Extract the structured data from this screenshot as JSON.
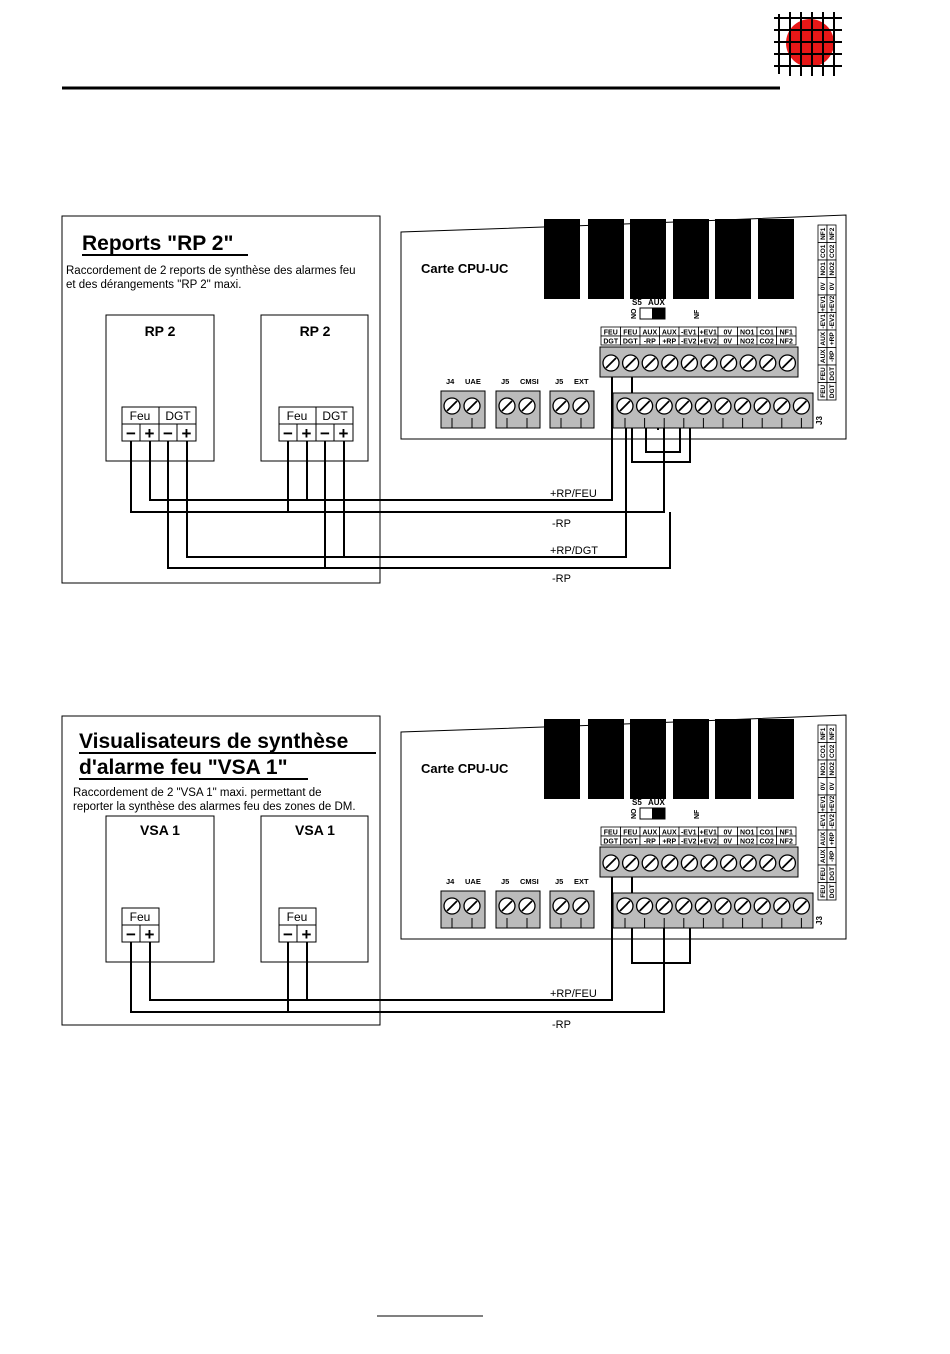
{
  "header": {},
  "section1": {
    "title": "Reports \"RP 2\"",
    "desc_line1": "Raccordement de 2 reports de synthèse des alarmes feu",
    "desc_line2": "et des dérangements \"RP 2\" maxi.",
    "device_name": "RP 2",
    "group_feu": "Feu",
    "group_dgt": "DGT",
    "wire_labels": [
      "+RP/FEU",
      "-RP",
      "+RP/DGT",
      "-RP"
    ]
  },
  "section2": {
    "title_line1": "Visualisateurs de synthèse",
    "title_line2": "d'alarme feu \"VSA 1\"",
    "desc_line1": "Raccordement de 2 \"VSA 1\" maxi. permettant de",
    "desc_line2": "reporter la synthèse des alarmes feu des zones de DM.",
    "device_name": "VSA 1",
    "group_feu": "Feu",
    "wire_labels": [
      "+RP/FEU",
      "-RP"
    ]
  },
  "board": {
    "name": "Carte CPU-UC",
    "s5_label": "S5",
    "aux_label": "AUX",
    "no_label": "NO",
    "nf_label": "NF",
    "connector_labels": [
      "J4",
      "UAE",
      "J5",
      "CMSI",
      "J5",
      "EXT"
    ],
    "j3_label": "J3",
    "top_row": [
      "FEU",
      "FEU",
      "AUX",
      "AUX",
      "-EV1",
      "+EV1",
      "0V",
      "NO1",
      "CO1",
      "NF1"
    ],
    "bottom_row": [
      "DGT",
      "DGT",
      "-RP",
      "+RP",
      "-EV2",
      "+EV2",
      "0V",
      "NO2",
      "CO2",
      "NF2"
    ],
    "side_col1": [
      "FEU",
      "FEU",
      "AUX",
      "AUX",
      "-EV1",
      "+EV1",
      "0V",
      "NO1",
      "CO1",
      "NF1"
    ],
    "side_col2": [
      "DGT",
      "DGT",
      "-RP",
      "+RP",
      "-EV2",
      "+EV2",
      "0V",
      "NO2",
      "CO2",
      "NF2"
    ]
  },
  "symbols": {
    "minus": "−",
    "plus": "+"
  }
}
